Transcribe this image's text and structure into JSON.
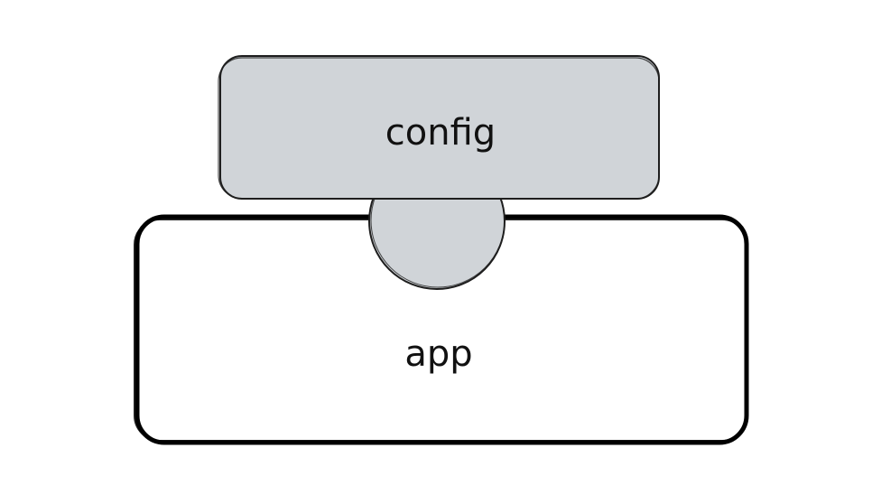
{
  "diagram": {
    "nodes": {
      "config": {
        "label": "config",
        "fill": "#d0d4d8",
        "stroke": "#1e1e1e"
      },
      "app": {
        "label": "app",
        "fill": "#ffffff",
        "stroke": "#000000"
      },
      "connector": {
        "shape": "circle",
        "fill": "#d0d4d8",
        "stroke": "#1e1e1e"
      }
    },
    "colors": {
      "background": "#ffffff",
      "text": "#111111"
    }
  }
}
